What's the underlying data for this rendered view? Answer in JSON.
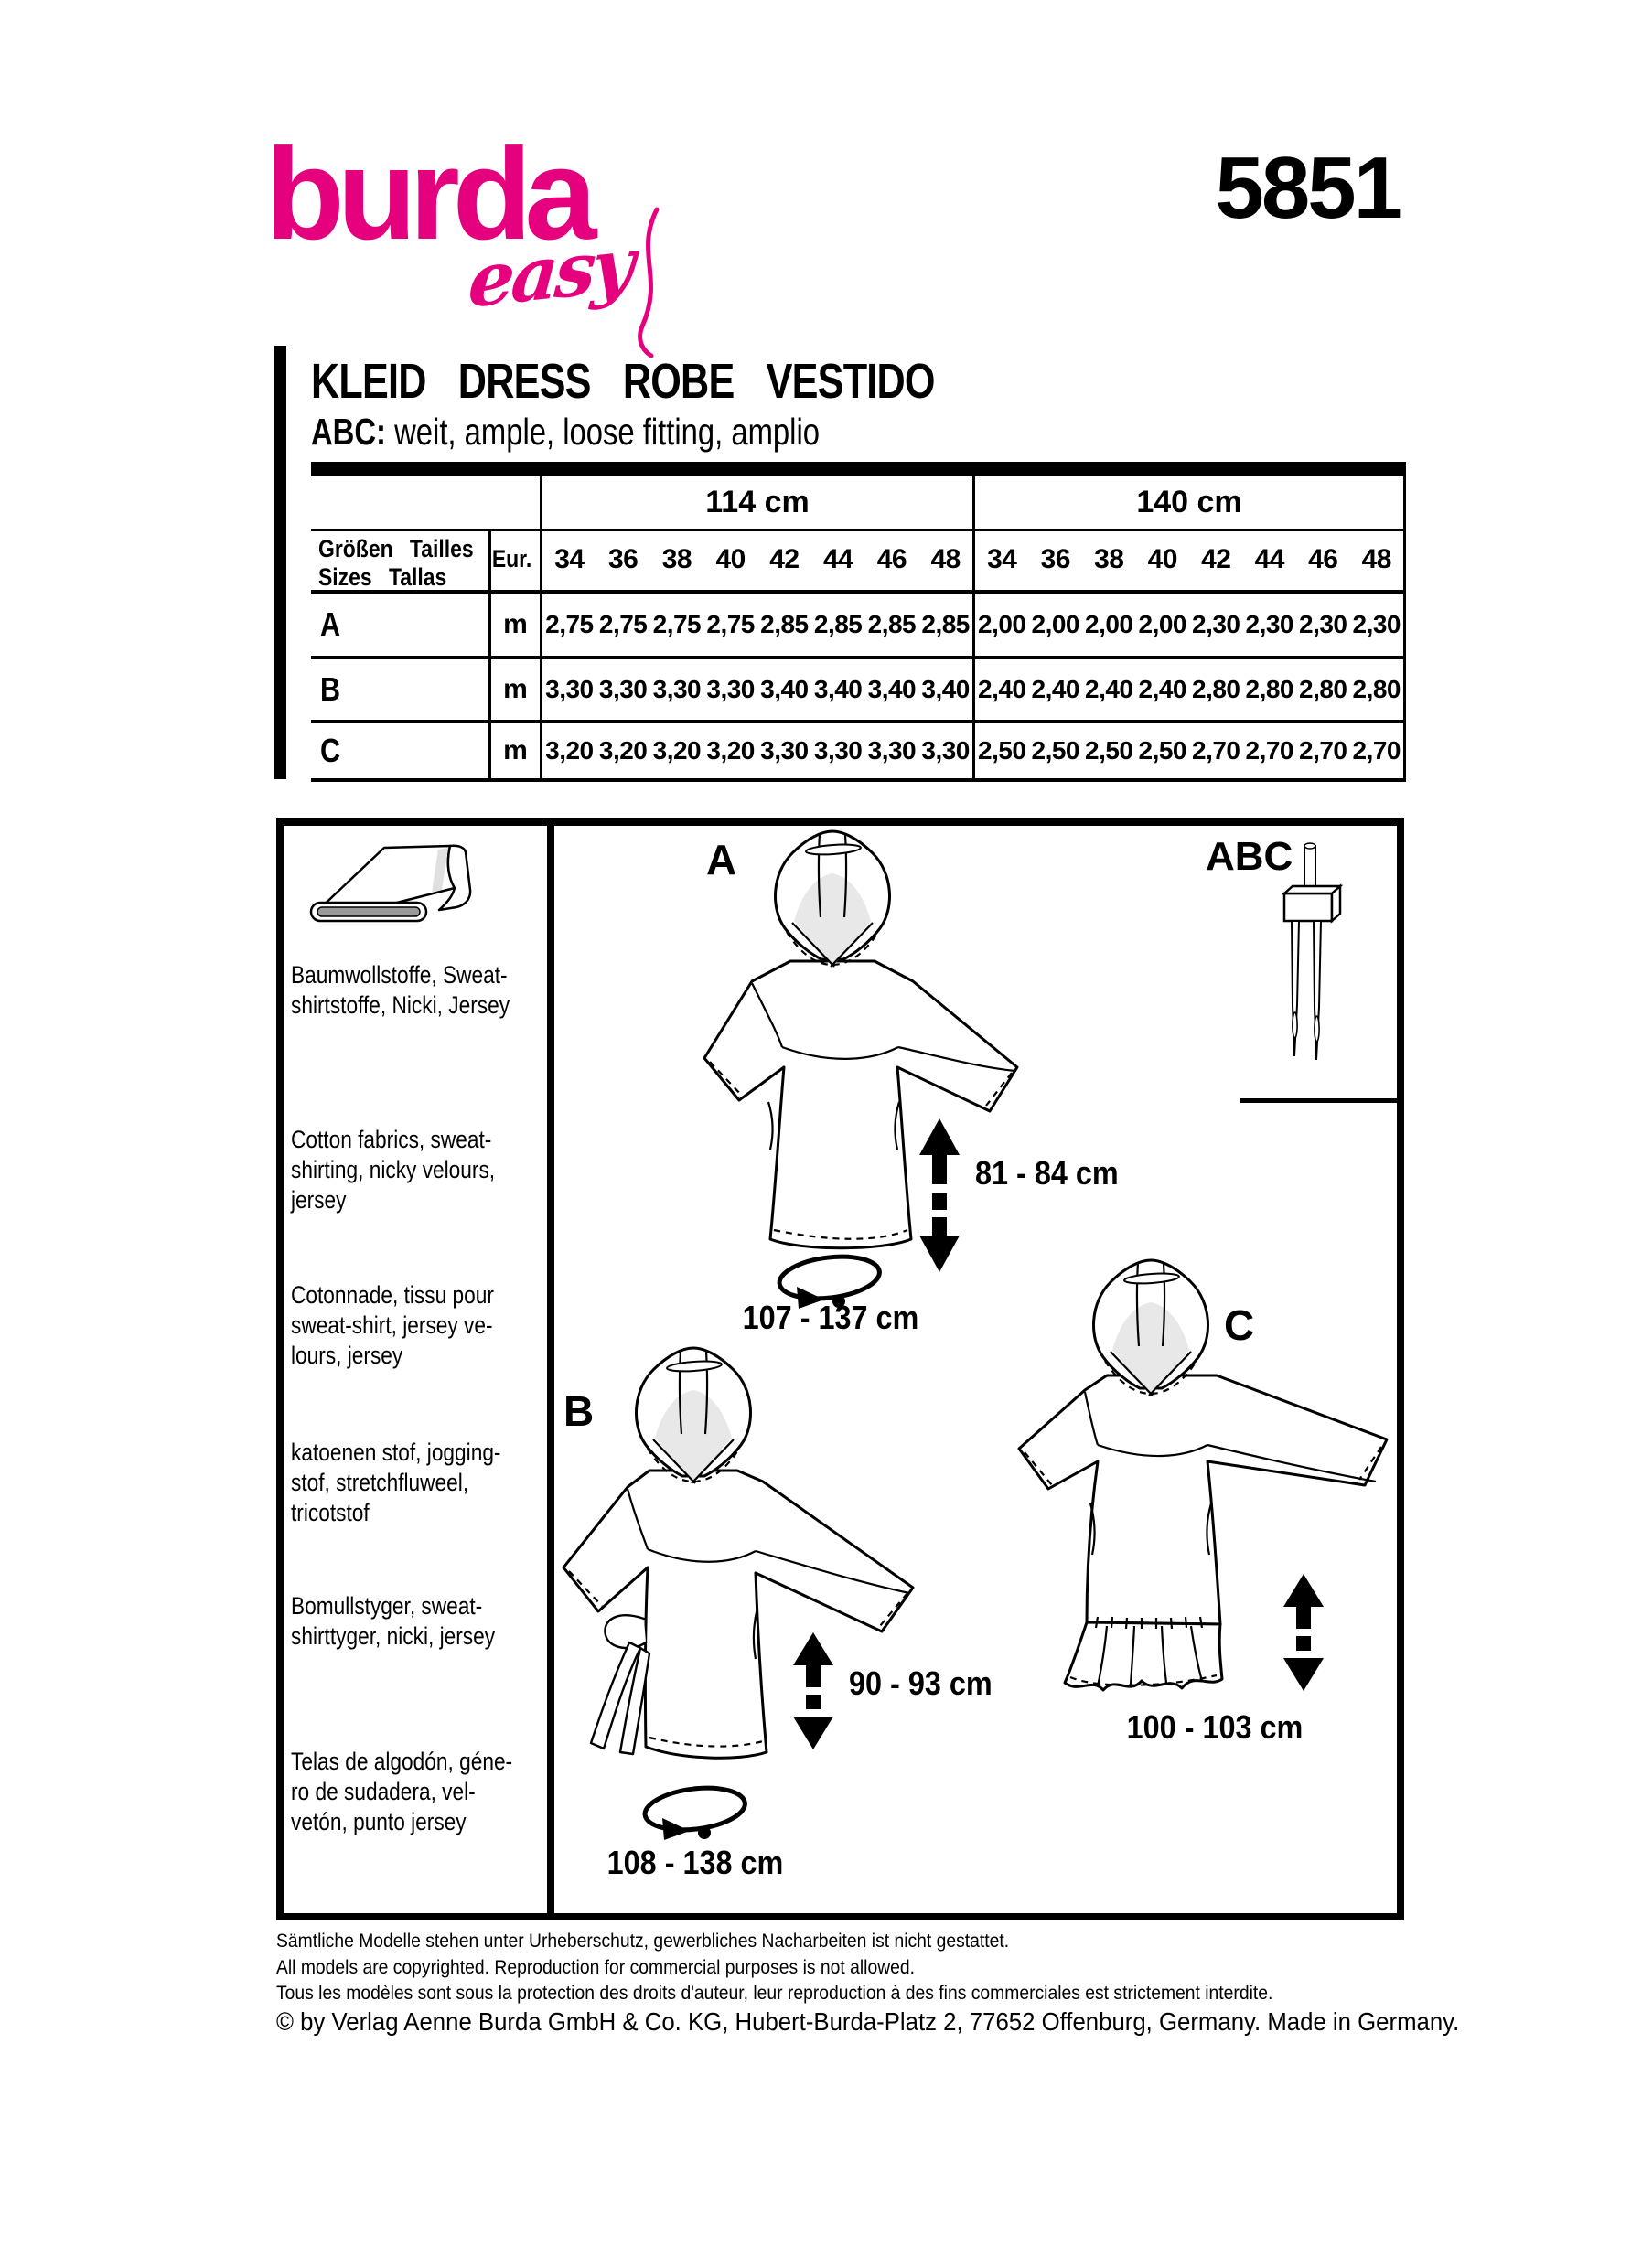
{
  "brand": {
    "name": "burda",
    "sub": "easy",
    "number": "5851"
  },
  "title": {
    "main": "KLEID DRESS ROBE VESTIDO",
    "variant_prefix": "ABC:",
    "variant_text": " weit, ample, loose fitting, amplio"
  },
  "table": {
    "width_headers": [
      "114 cm",
      "140 cm"
    ],
    "size_label_line1": "Größen Tailles",
    "size_label_line2": "Sizes Tallas",
    "eur_label": "Eur.",
    "sizes": [
      "34",
      "36",
      "38",
      "40",
      "42",
      "44",
      "46",
      "48"
    ],
    "rows": [
      {
        "label": "A",
        "unit": "m",
        "values_114": [
          "2,75",
          "2,75",
          "2,75",
          "2,75",
          "2,85",
          "2,85",
          "2,85",
          "2,85"
        ],
        "values_140": [
          "2,00",
          "2,00",
          "2,00",
          "2,00",
          "2,30",
          "2,30",
          "2,30",
          "2,30"
        ]
      },
      {
        "label": "B",
        "unit": "m",
        "values_114": [
          "3,30",
          "3,30",
          "3,30",
          "3,30",
          "3,40",
          "3,40",
          "3,40",
          "3,40"
        ],
        "values_140": [
          "2,40",
          "2,40",
          "2,40",
          "2,40",
          "2,80",
          "2,80",
          "2,80",
          "2,80"
        ]
      },
      {
        "label": "C",
        "unit": "m",
        "values_114": [
          "3,20",
          "3,20",
          "3,20",
          "3,20",
          "3,30",
          "3,30",
          "3,30",
          "3,30"
        ],
        "values_140": [
          "2,50",
          "2,50",
          "2,50",
          "2,50",
          "2,70",
          "2,70",
          "2,70",
          "2,70"
        ]
      }
    ]
  },
  "fabrics": [
    "Baumwollstoffe, Sweat-\nshirtstoffe, Nicki, Jersey",
    "Cotton fabrics, sweat-\nshirting, nicky velours,\njersey",
    "Cotonnade, tissu pour\nsweat-shirt, jersey ve-\nlours, jersey",
    "katoenen stof, jogging-\nstof, stretchfluweel,\ntricotstof",
    "Bomullstyger, sweat-\nshirttyger, nicki, jersey",
    "Telas de algodón, géne-\nro de sudadera, vel-\nvetón, punto jersey"
  ],
  "views": {
    "a_label": "A",
    "b_label": "B",
    "c_label": "C",
    "abc_label": "ABC",
    "a_length": "81 - 84 cm",
    "a_girth": "107 - 137 cm",
    "b_length": "90 - 93 cm",
    "b_girth": "108 - 138 cm",
    "c_length": "100 - 103 cm"
  },
  "footer": {
    "line_de": "Sämtliche Modelle stehen unter Urheberschutz, gewerbliches Nacharbeiten ist nicht gestattet.",
    "line_en": "All models are copyrighted. Reproduction for commercial purposes is not allowed.",
    "line_fr": "Tous les modèles sont sous la protection des droits d'auteur, leur reproduction à des fins commerciales est strictement interdite.",
    "line_copyright": "© by Verlag Aenne Burda GmbH & Co. KG, Hubert-Burda-Platz 2, 77652 Offenburg, Germany. Made in Germany."
  },
  "colors": {
    "brand_pink": "#e5007d",
    "ink": "#000000",
    "hood_shade": "#e8e8e8"
  }
}
